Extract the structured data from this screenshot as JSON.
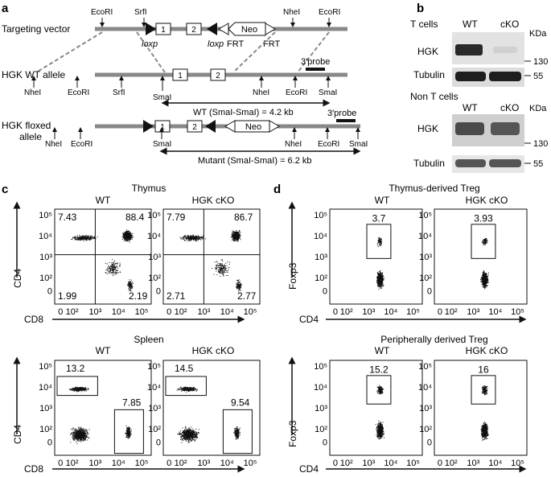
{
  "panel_letters": {
    "a": "a",
    "b": "b",
    "c": "c",
    "d": "d"
  },
  "panel_a": {
    "rows": [
      {
        "label": "Targeting vector",
        "sites_top": [
          "EcoRI",
          "SrfI",
          "NheI",
          "EcoRI"
        ],
        "exons": [
          "1",
          "2"
        ],
        "neo": "Neo",
        "loxp": "loxp",
        "frt": "FRT"
      },
      {
        "label": "HGK WT allele",
        "sites_bottom": [
          "NheI",
          "EcoRI",
          "SrfI",
          "SmaI",
          "NheI",
          "EcoRI",
          "SmaI"
        ],
        "exons": [
          "1",
          "2"
        ],
        "probe": "3′probe",
        "size_label": "WT (SmaI-SmaI) = 4.2 kb"
      },
      {
        "label_line1": "HGK floxed",
        "label_line2": "allele",
        "sites_bottom": [
          "NheI",
          "EcoRI",
          "SmaI",
          "NheI",
          "EcoRI",
          "SmaI"
        ],
        "exons": [
          "1",
          "2"
        ],
        "neo": "Neo",
        "probe": "3′probe",
        "size_label": "Mutant (SmaI-SmaI) = 6.2 kb"
      }
    ]
  },
  "panel_b": {
    "blocks": [
      {
        "title": "T cells",
        "lanes": [
          "WT",
          "cKO"
        ],
        "unit": "KDa",
        "rows": [
          {
            "name": "HGK",
            "marker": "130"
          },
          {
            "name": "Tubulin",
            "marker": "55"
          }
        ]
      },
      {
        "title": "Non T cells",
        "lanes": [
          "WT",
          "cKO"
        ],
        "unit": "KDa",
        "rows": [
          {
            "name": "HGK",
            "marker": "130"
          },
          {
            "name": "Tubulin",
            "marker": "55"
          }
        ]
      }
    ]
  },
  "panel_c": {
    "sections": [
      {
        "title": "Thymus",
        "samples": [
          "WT",
          "HGK cKO"
        ],
        "quadrants": [
          [
            "7.43",
            "88.4",
            "1.99",
            "2.19"
          ],
          [
            "7.79",
            "86.7",
            "2.71",
            "2.77"
          ]
        ]
      },
      {
        "title": "Spleen",
        "samples": [
          "WT",
          "HGK cKO"
        ],
        "gates": [
          [
            "13.2",
            "7.85"
          ],
          [
            "14.5",
            "9.54"
          ]
        ]
      }
    ],
    "x_axis": "CD8",
    "y_axis": "CD4"
  },
  "panel_d": {
    "sections": [
      {
        "title": "Thymus-derived Treg",
        "samples": [
          "WT",
          "HGK cKO"
        ],
        "gates": [
          "3.7",
          "3.93"
        ]
      },
      {
        "title": "Peripherally derived Treg",
        "samples": [
          "WT",
          "HGK cKO"
        ],
        "gates": [
          "15.2",
          "16"
        ]
      }
    ],
    "x_axis": "CD4",
    "y_axis": "Foxp3"
  },
  "axis_ticks": {
    "y": [
      "10⁵",
      "10⁴",
      "10³",
      "10²",
      "0"
    ],
    "x": [
      "0",
      "10²",
      "10³",
      "10⁴",
      "10⁵"
    ]
  }
}
